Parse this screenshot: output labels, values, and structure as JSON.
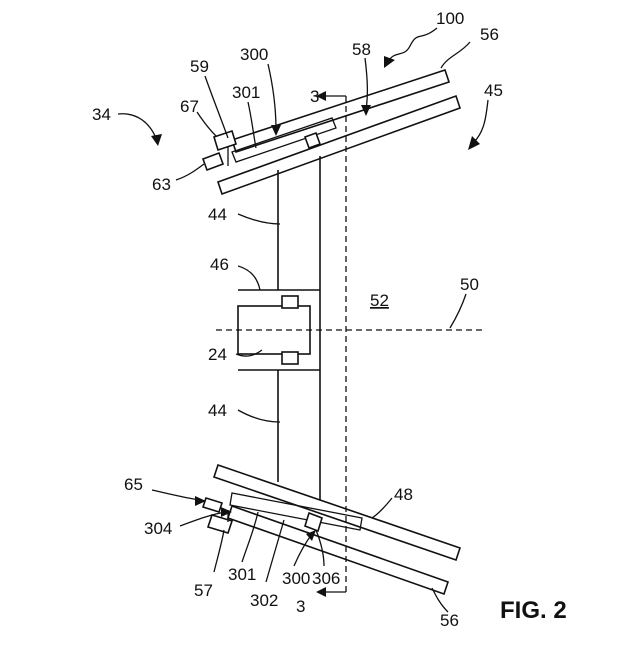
{
  "figure": {
    "caption": "FIG. 2",
    "labels": {
      "l100": "100",
      "l56_top": "56",
      "l58": "58",
      "l300_top": "300",
      "l59": "59",
      "l3_top": "3",
      "l45": "45",
      "l34": "34",
      "l67": "67",
      "l301_top": "301",
      "l63": "63",
      "l44_top": "44",
      "l46": "46",
      "l52": "52",
      "l50": "50",
      "l24": "24",
      "l44_bottom": "44",
      "l65": "65",
      "l48": "48",
      "l304": "304",
      "l57": "57",
      "l301_bottom": "301",
      "l302": "302",
      "l300_bottom": "300",
      "l306": "306",
      "l3_bottom": "3",
      "l56_bottom": "56"
    }
  }
}
